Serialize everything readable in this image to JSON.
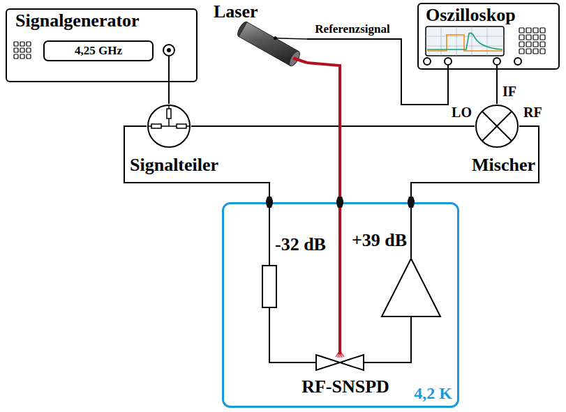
{
  "diagram": {
    "nodes": [
      {
        "text": [
          "Signalgenerator"
        ]
      },
      {
        "text": [
          "4,25 GHz"
        ],
        "in": 0
      },
      {
        "text": [
          "Laser"
        ]
      },
      {
        "text": [
          "Oszilloskop"
        ]
      },
      {
        "text": [
          "Signalteiler"
        ]
      },
      {
        "text": [
          "Mischer"
        ]
      },
      {
        "text": [
          "4,2 K"
        ]
      },
      {
        "text": [
          "-32 dB"
        ],
        "in": 6
      },
      {
        "text": [
          "+39 dB"
        ],
        "in": 6
      },
      {
        "text": [
          "RF-SNSPD"
        ],
        "in": 6
      }
    ],
    "edges": [
      {
        "from": 0,
        "to": 4,
        "arrow": "none"
      },
      {
        "from": 4,
        "to": 7,
        "arrow": "none"
      },
      {
        "from": 4,
        "to": 5,
        "arrow": "none"
      },
      {
        "from": 7,
        "to": 9,
        "arrow": "none"
      },
      {
        "from": 9,
        "to": 8,
        "arrow": "none"
      },
      {
        "from": 8,
        "to": 5,
        "arrow": "none"
      },
      {
        "from": 5,
        "to": 3,
        "arrow": "none"
      },
      {
        "from": 2,
        "to": 3,
        "label": "Referenzsignal",
        "arrow": "none"
      },
      {
        "from": 2,
        "to": 9,
        "arrow": "none"
      }
    ],
    "labels": [
      "LO",
      "RF",
      "IF"
    ]
  }
}
